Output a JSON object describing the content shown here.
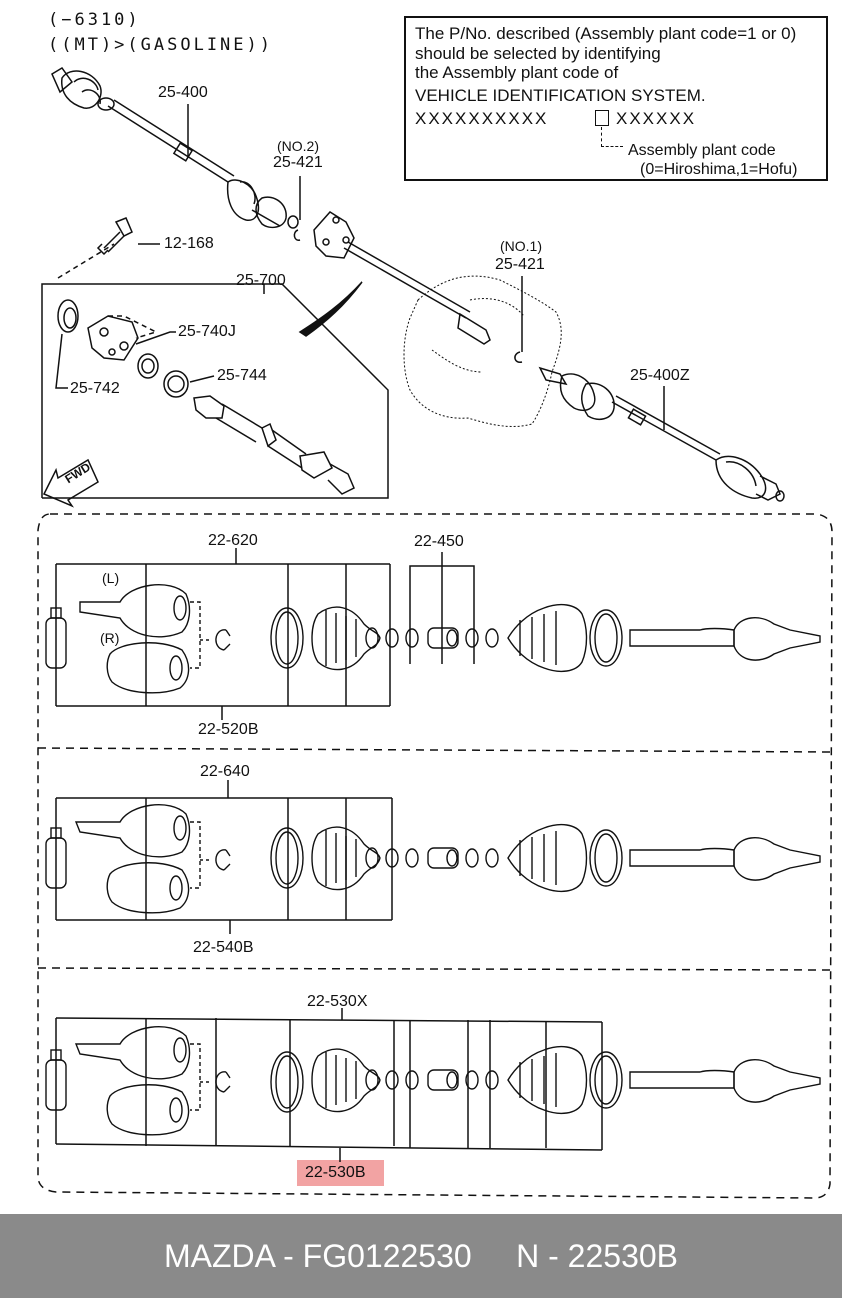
{
  "header": {
    "line1": "(−6310)",
    "line2": "((MT)>(GASOLINE))"
  },
  "note": {
    "line1": "The P/No. described (Assembly plant code=1 or 0)",
    "line2": "should be selected by identifying",
    "line3": "the Assembly plant code of",
    "line4": "VEHICLE IDENTIFICATION SYSTEM.",
    "vin_left": "XXXXXXXXXX",
    "vin_right": "XXXXXX",
    "code_label": "Assembly plant code",
    "code_values": "(0=Hiroshima,1=Hofu)"
  },
  "labels": {
    "p25_400": "25-400",
    "no2": "(NO.2)",
    "p25_421a": "25-421",
    "p12_168": "12-168",
    "p25_700": "25-700",
    "p25_740j": "25-740J",
    "p25_742": "25-742",
    "p25_744": "25-744",
    "no1": "(NO.1)",
    "p25_421b": "25-421",
    "p25_400z": "25-400Z",
    "fwd": "FWD",
    "p22_620": "22-620",
    "p22_450": "22-450",
    "l": "(L)",
    "r": "(R)",
    "p22_520b": "22-520B",
    "p22_640": "22-640",
    "p22_540b": "22-540B",
    "p22_530x": "22-530X",
    "p22_530b": "22-530B"
  },
  "highlight_color": "#f2a3a3",
  "footer": {
    "brand": "MAZDA",
    "part_number": "FG0122530",
    "ref": "N - 22530B"
  }
}
